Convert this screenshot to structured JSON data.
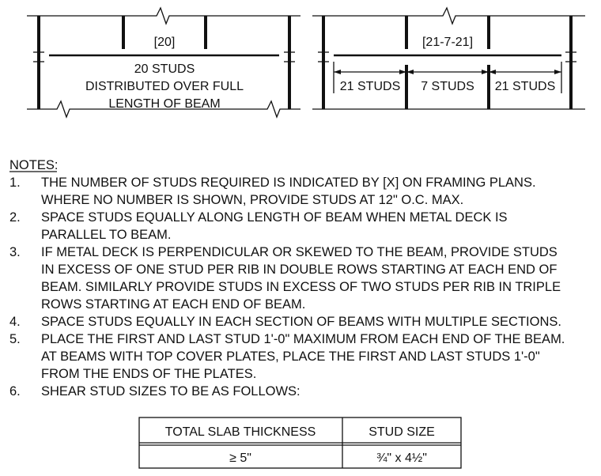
{
  "left_detail": {
    "code": "[20]",
    "caption_line1": "20 STUDS",
    "caption_line2": "DISTRIBUTED OVER FULL",
    "caption_line3": "LENGTH OF BEAM"
  },
  "right_detail": {
    "code": "[21-7-21]",
    "segments": [
      "21 STUDS",
      "7 STUDS",
      "21 STUDS"
    ]
  },
  "notes": {
    "heading": "NOTES:",
    "items": [
      {
        "num": "1.",
        "lines": [
          "THE NUMBER OF STUDS REQUIRED IS INDICATED BY  [X]  ON FRAMING PLANS.",
          "WHERE NO NUMBER IS SHOWN, PROVIDE STUDS AT 12\" O.C. MAX."
        ]
      },
      {
        "num": "2.",
        "lines": [
          "SPACE STUDS EQUALLY ALONG LENGTH OF BEAM WHEN METAL DECK IS",
          "PARALLEL TO BEAM."
        ]
      },
      {
        "num": "3.",
        "lines": [
          "IF METAL DECK IS PERPENDICULAR OR SKEWED TO THE BEAM, PROVIDE STUDS",
          "IN EXCESS OF ONE STUD PER RIB IN DOUBLE ROWS STARTING AT EACH END OF",
          "BEAM. SIMILARLY PROVIDE STUDS IN EXCESS OF TWO STUDS PER RIB IN TRIPLE",
          "ROWS STARTING AT EACH END OF BEAM."
        ]
      },
      {
        "num": "4.",
        "lines": [
          "SPACE STUDS EQUALLY IN EACH SECTION OF BEAMS WITH MULTIPLE SECTIONS."
        ]
      },
      {
        "num": "5.",
        "lines": [
          "PLACE THE FIRST AND LAST STUD 1'-0\" MAXIMUM FROM EACH END OF THE   BEAM.",
          "AT BEAMS WITH TOP COVER PLATES, PLACE THE FIRST AND LAST STUDS 1'-0\"",
          "FROM THE ENDS OF THE PLATES."
        ]
      },
      {
        "num": "6.",
        "lines": [
          "SHEAR STUD SIZES TO BE AS FOLLOWS:"
        ]
      }
    ]
  },
  "stud_table": {
    "headers": [
      "TOTAL SLAB THICKNESS",
      "STUD SIZE"
    ],
    "rows": [
      [
        "≥ 5\"",
        "¾\" x 4½\""
      ]
    ]
  }
}
